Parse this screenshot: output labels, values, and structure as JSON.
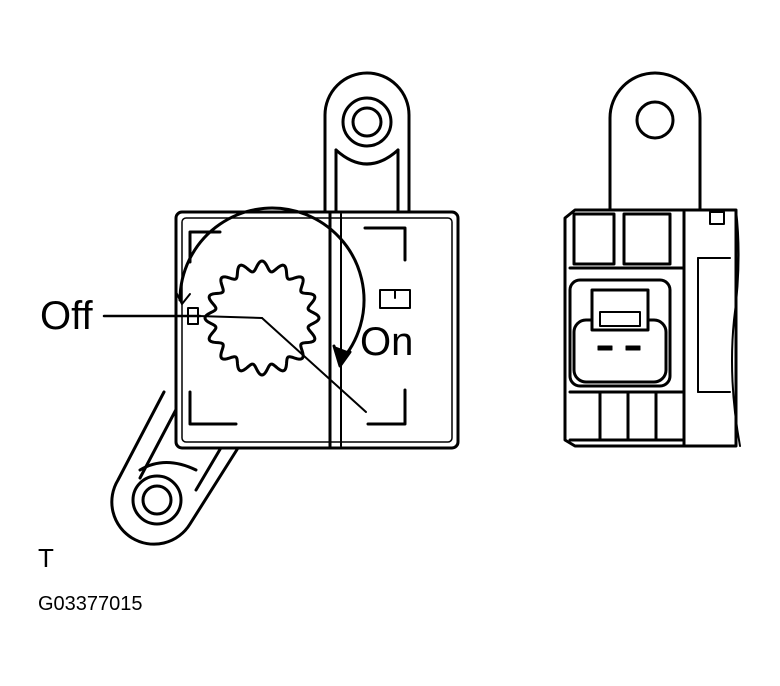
{
  "labels": {
    "off": "Off",
    "on": "On",
    "view": "T",
    "figure_code": "G03377015"
  },
  "colors": {
    "line": "#000000",
    "background": "#ffffff"
  }
}
